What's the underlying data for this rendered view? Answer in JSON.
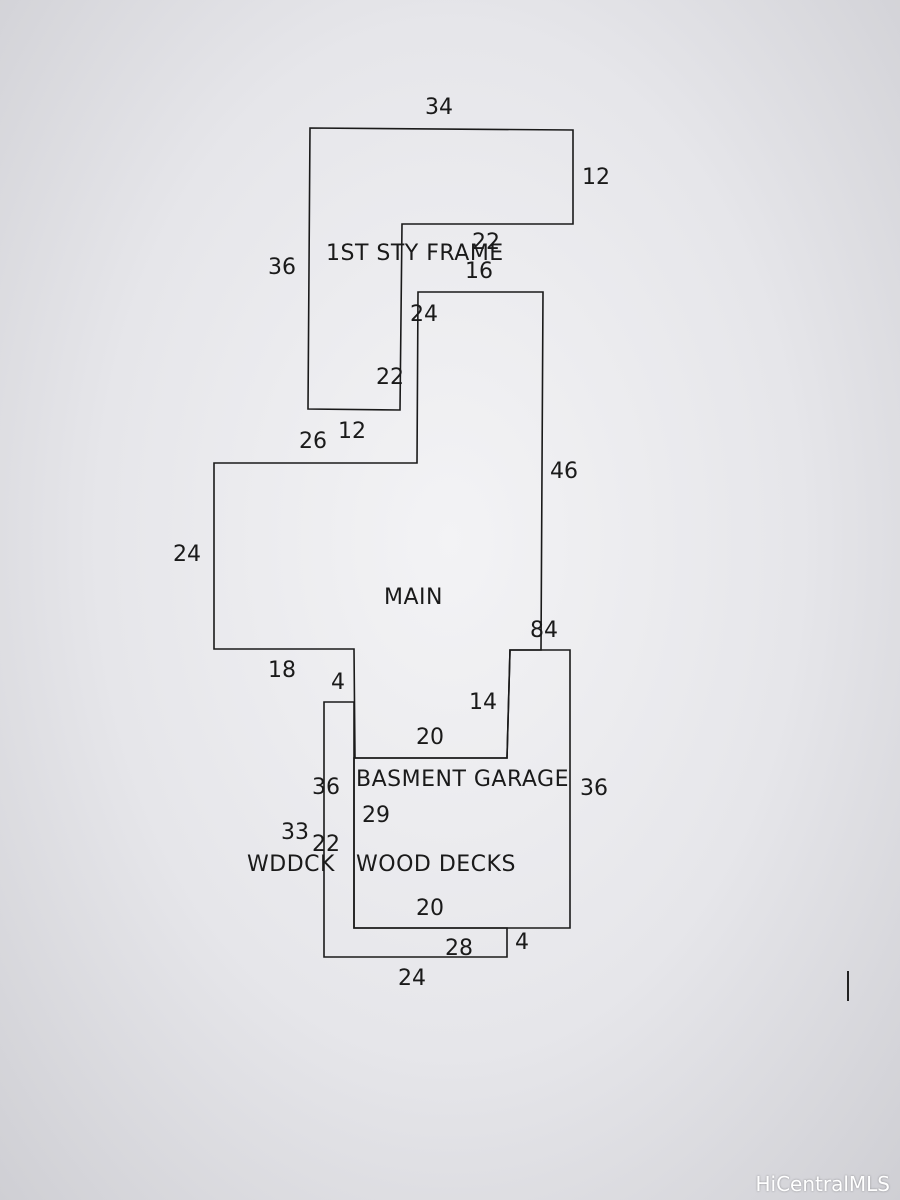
{
  "areas": {
    "upper": "1ST STY FRAME",
    "main": "MAIN",
    "garage": "BASMENT GARAGE",
    "deck_code": "WDDCK",
    "deck_name": "WOOD DECKS"
  },
  "dimensions": {
    "upper": [
      "34",
      "12",
      "22",
      "36",
      "22",
      "12"
    ],
    "main": [
      "16",
      "46",
      "84",
      "14",
      "20",
      "4",
      "18",
      "24",
      "26",
      "24"
    ],
    "garage": [
      "36",
      "36",
      "29",
      "20"
    ],
    "deck": [
      "33",
      "22",
      "28",
      "4",
      "24"
    ]
  },
  "watermark": "HiCentralMLS"
}
